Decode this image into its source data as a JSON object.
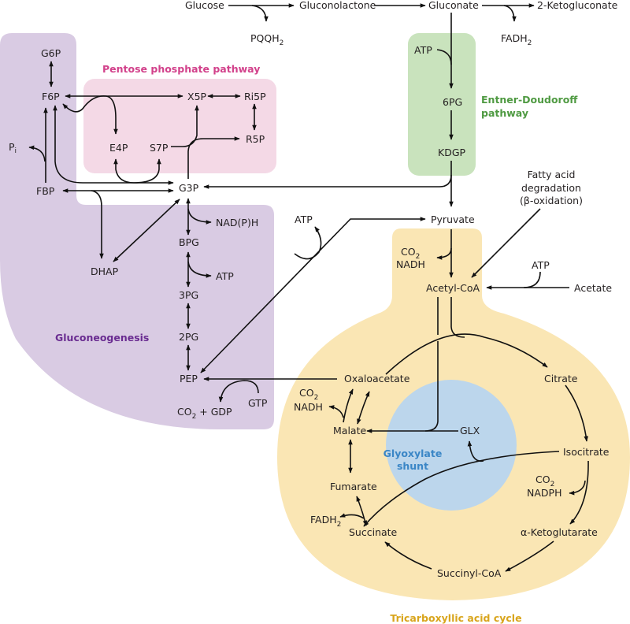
{
  "colors": {
    "gluconeogenesis_region": "#d9cbe3",
    "gluconeogenesis_title": "#6a2c91",
    "pentose_region": "#f4d9e6",
    "pentose_title": "#d2418b",
    "entner_region": "#c9e3bd",
    "entner_title": "#4f9a42",
    "tca_region": "#fae6b4",
    "tca_title": "#d9a51c",
    "glyoxylate_region": "#bcd6ec",
    "glyoxylate_title": "#3a86c6",
    "arrow": "#111111"
  },
  "regions": {
    "gluconeogenesis": "Gluconeogenesis",
    "pentose": "Pentose phosphate pathway",
    "entner_line1": "Entner-Doudoroff",
    "entner_line2": "pathway",
    "tca": "Tricarboxyllic acid cycle",
    "glyoxylate_line1": "Glyoxylate",
    "glyoxylate_line2": "shunt"
  },
  "nodes": {
    "glucose": "Glucose",
    "gluconolactone": "Gluconolactone",
    "gluconate": "Gluconate",
    "ketogluconate": "2-Ketogluconate",
    "pqqh": "PQQH",
    "pqqh_sub": "2",
    "fadh_top": "FADH",
    "fadh_top_sub": "2",
    "atp_ed": "ATP",
    "pg6": "6PG",
    "kdgp": "KDGP",
    "fatty1": "Fatty acid",
    "fatty2": "degradation",
    "fatty3": "(β-oxidation)",
    "g6p": "G6P",
    "f6p": "F6P",
    "x5p": "X5P",
    "ri5p": "Ri5P",
    "r5p": "R5P",
    "e4p": "E4P",
    "s7p": "S7P",
    "pi": "P",
    "pi_sub": "i",
    "fbp": "FBP",
    "g3p": "G3P",
    "nadph_g": "NAD(P)H",
    "dhap": "DHAP",
    "bpg": "BPG",
    "atp_bpg": "ATP",
    "pg3": "3PG",
    "pg2": "2PG",
    "pep": "PEP",
    "co2gdp_a": "CO",
    "co2gdp_sub": "2",
    "co2gdp_b": " + GDP",
    "gtp": "GTP",
    "atp_pyr": "ATP",
    "pyruvate": "Pyruvate",
    "co2_pdh": "CO",
    "co2_pdh_sub": "2",
    "nadh_pdh": "NADH",
    "acetylcoa": "Acetyl-CoA",
    "atp_ace": "ATP",
    "acetate": "Acetate",
    "oxaloacetate": "Oxaloacetate",
    "citrate": "Citrate",
    "co2_mdh": "CO",
    "co2_mdh_sub": "2",
    "nadh_mdh": "NADH",
    "malate": "Malate",
    "glx": "GLX",
    "isocitrate": "Isocitrate",
    "co2_idh": "CO",
    "co2_idh_sub": "2",
    "nadph_idh": "NADPH",
    "fumarate": "Fumarate",
    "fadh_tca": "FADH",
    "fadh_tca_sub": "2",
    "succinate": "Succinate",
    "akg": "α-Ketoglutarate",
    "succinylcoa": "Succinyl-CoA"
  }
}
